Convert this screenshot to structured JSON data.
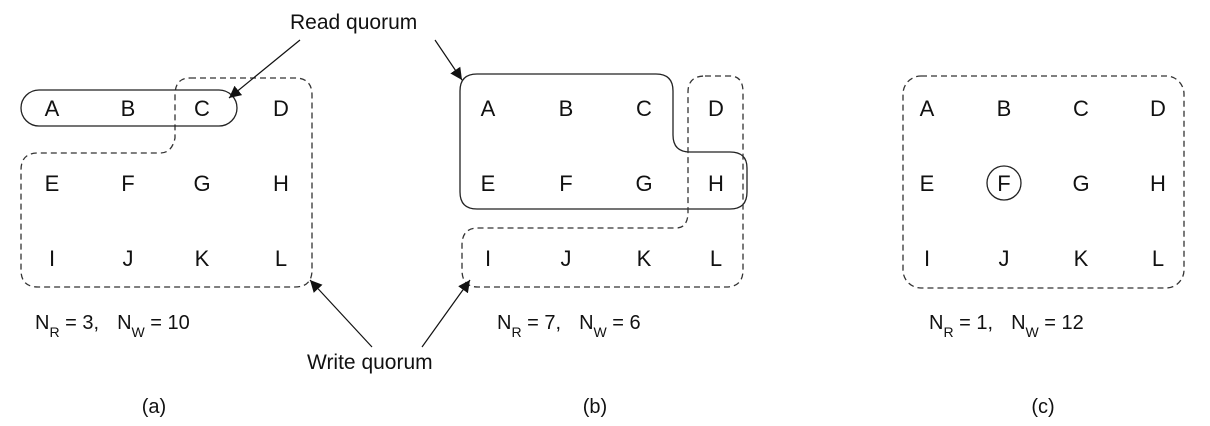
{
  "annotations": {
    "read_quorum": "Read quorum",
    "write_quorum": "Write quorum"
  },
  "panels": [
    {
      "id": "a",
      "caption": "(a)",
      "nodes": [
        "A",
        "B",
        "C",
        "D",
        "E",
        "F",
        "G",
        "H",
        "I",
        "J",
        "K",
        "L"
      ],
      "nr_value": "3,",
      "nw_value": "10"
    },
    {
      "id": "b",
      "caption": "(b)",
      "nodes": [
        "A",
        "B",
        "C",
        "D",
        "E",
        "F",
        "G",
        "H",
        "I",
        "J",
        "K",
        "L"
      ],
      "nr_value": "7,",
      "nw_value": "6"
    },
    {
      "id": "c",
      "caption": "(c)",
      "nodes": [
        "A",
        "B",
        "C",
        "D",
        "E",
        "F",
        "G",
        "H",
        "I",
        "J",
        "K",
        "L"
      ],
      "nr_value": "1,",
      "nw_value": "12"
    }
  ],
  "labels": {
    "n": "N",
    "r_sub": "R",
    "w_sub": "W",
    "eq": " = "
  }
}
